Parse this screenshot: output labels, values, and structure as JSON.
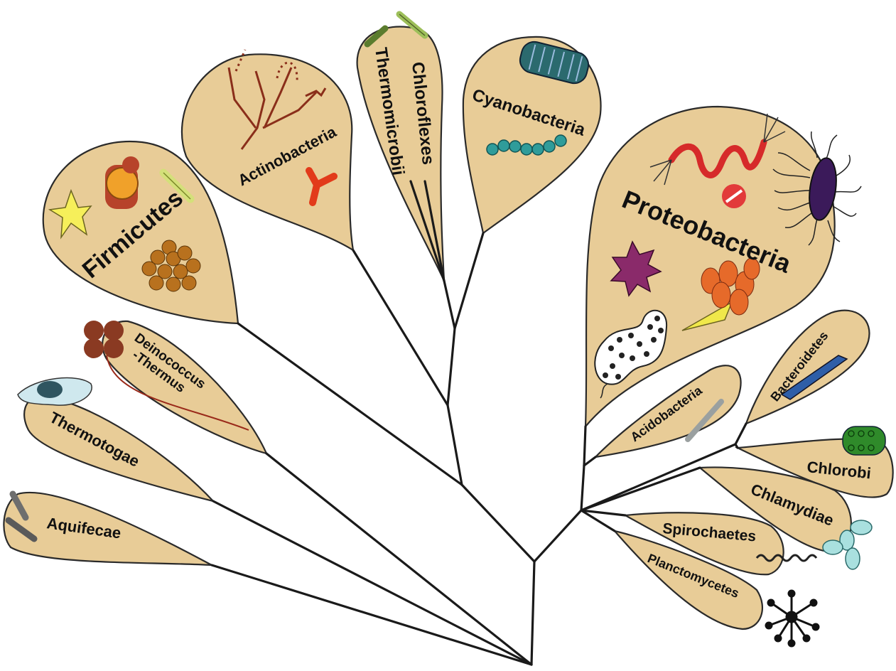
{
  "colors": {
    "leaf_fill": "#e8cc97",
    "branch": "#1a1a1a",
    "background": "#ffffff"
  },
  "groups": {
    "aquifecae": "Aquifecae",
    "thermotogae": "Thermotogae",
    "deinococcus": "Deinococcus",
    "thermus": "-Thermus",
    "firmicutes": "Firmicutes",
    "actinobacteria": "Actinobacteria",
    "thermomicrobii": "Thermomicrobii",
    "chloroflexes": "Chloroflexes",
    "cyanobacteria": "Cyanobacteria",
    "proteobacteria": "Proteobacteria",
    "acidobacteria": "Acidobacteria",
    "bacteroidetes": "Bacteroidetes",
    "chlorobi": "Chlorobi",
    "chlamydiae": "Chlamydiae",
    "spirochaetes": "Spirochaetes",
    "planctomycetes": "Planctomycetes"
  },
  "icons": [
    "rod-icon",
    "ovoid-cell-icon",
    "diplococcus-icon",
    "tetrad-icon",
    "star-cell-icon",
    "filament-icon",
    "coccus-cluster-icon",
    "branching-hypha-icon",
    "y-shaped-cell-icon",
    "trichome-icon",
    "bead-chain-icon",
    "spiral-flagellate-icon",
    "diplococcus-disc-icon",
    "peritrichous-rod-icon",
    "star-shaped-icon",
    "fruiting-body-icon",
    "myxo-aggregate-icon",
    "spindle-icon",
    "globular-chain-icon",
    "grape-cluster-icon",
    "spirochete-icon",
    "budding-star-icon"
  ]
}
